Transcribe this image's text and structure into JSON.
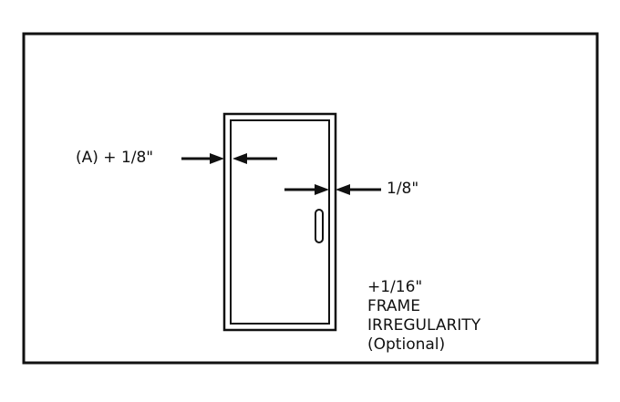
{
  "labels": {
    "frame_gap_left": "(A) + 1/8\"",
    "frame_gap_right": "1/8\""
  },
  "note": {
    "line1": "+1/16\"",
    "line2": "FRAME",
    "line3": "IRREGULARITY",
    "line4": "(Optional)"
  },
  "icons": {
    "handle": "door-handle-slot",
    "arrows": "dimension-arrow"
  },
  "colors": {
    "ink": "#111111",
    "background": "#ffffff"
  }
}
